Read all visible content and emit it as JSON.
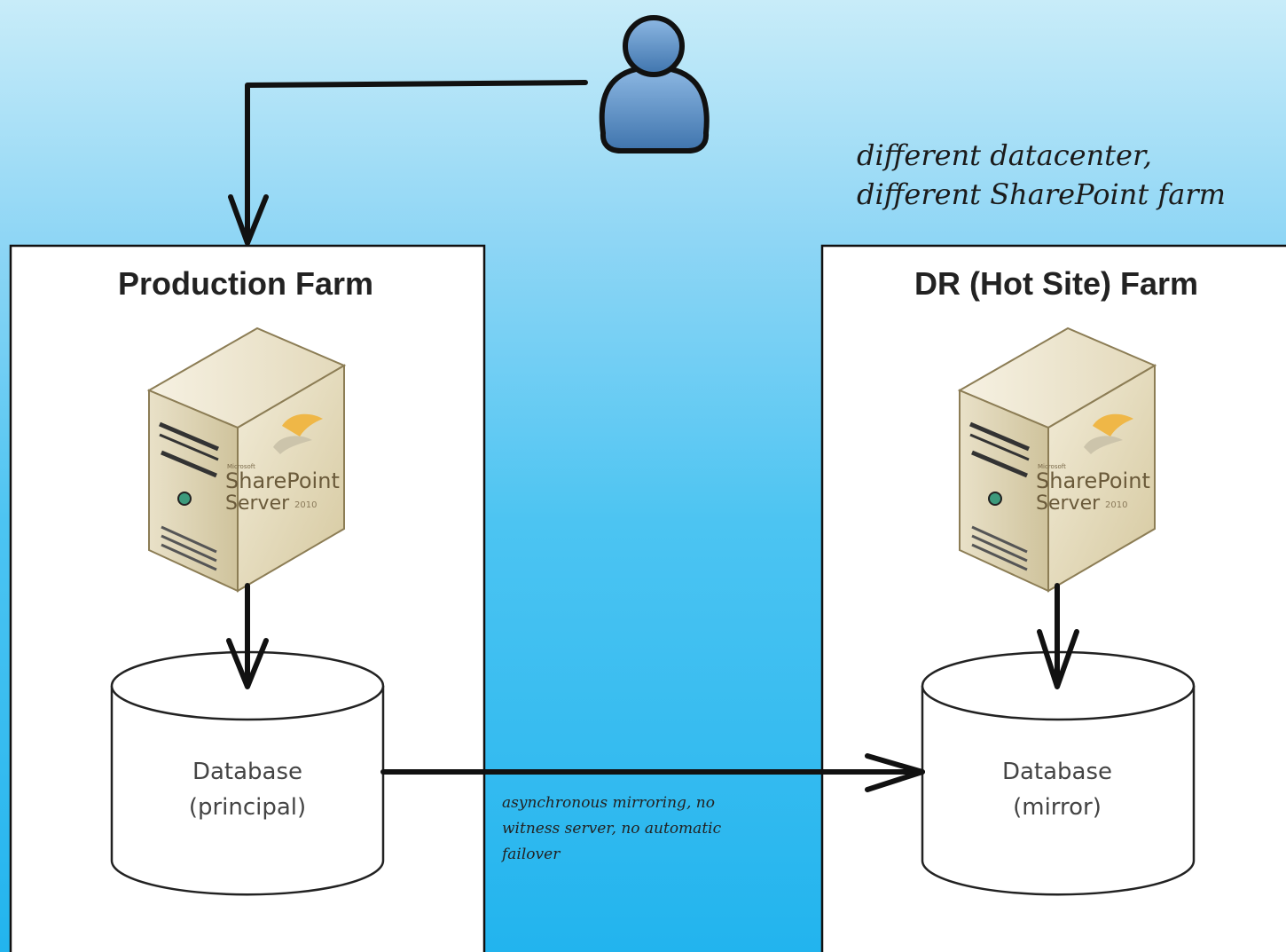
{
  "production_farm": {
    "title": "Production Farm",
    "server": {
      "logo_maker": "Microsoft",
      "logo_line1": "SharePoint",
      "logo_line2": "Server",
      "logo_year": "2010"
    },
    "database": {
      "line1": "Database",
      "line2": "(principal)"
    }
  },
  "dr_farm": {
    "title": "DR (Hot Site) Farm",
    "server": {
      "logo_maker": "Microsoft",
      "logo_line1": "SharePoint",
      "logo_line2": "Server",
      "logo_year": "2010"
    },
    "database": {
      "line1": "Database",
      "line2": "(mirror)"
    }
  },
  "notes": {
    "datacenter": [
      "different datacenter,",
      "different SharePoint farm"
    ],
    "mirroring": [
      "asynchronous mirroring, no",
      "witness server, no automatic",
      "failover"
    ]
  },
  "icons": {
    "user": "user-icon",
    "server": "server-icon",
    "database": "database-icon"
  },
  "colors": {
    "background_top": "#c8ecf9",
    "background_bottom": "#22b4ee",
    "farm_box": "#ffffff",
    "arrow": "#111111",
    "user_icon": "#5b8ec4"
  }
}
